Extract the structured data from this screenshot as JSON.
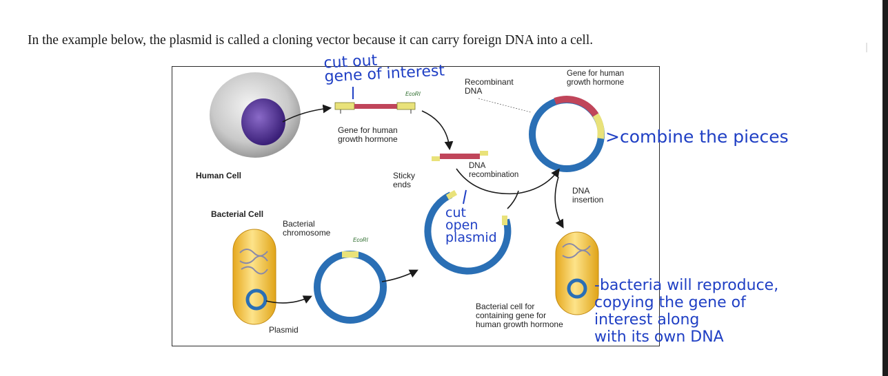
{
  "intro_text": "In the example below, the plasmid is called a cloning vector because it can carry foreign DNA into a cell.",
  "figure": {
    "human_cell_label": "Human Cell",
    "gene_label": "Gene for human\ngrowth hormone",
    "ecori_top": "EcoRI",
    "ecori_bottom": "EcoRI",
    "sticky_ends_label": "Sticky\nends",
    "dna_recombination_label": "DNA\nrecombination",
    "recombinant_dna_label": "Recombinant\nDNA",
    "gene_top_right_label": "Gene for human\ngrowth hormone",
    "dna_insertion_label": "DNA\ninsertion",
    "bacterial_cell_label": "Bacterial Cell",
    "bacterial_chromosome_label": "Bacterial\nchromosome",
    "plasmid_label": "Plasmid",
    "result_label": "Bacterial cell for\ncontaining gene for\nhuman growth hormone"
  },
  "annotations": {
    "cut_out_gene": "cut out\ngene of interest",
    "cut_open_plasmid": "cut\nopen\nplasmid",
    "combine": ">combine the pieces",
    "bacteria_reproduce": "-bacteria will reproduce,\ncopying the gene of\ninterest along\nwith its own DNA"
  },
  "colors": {
    "annotation_ink": "#1f3fc4",
    "plasmid_blue": "#2a6fb5",
    "gene_red": "#c0455a",
    "bacteria_yellow": "#f0c23a",
    "nucleus_purple": "#4b2a8a"
  }
}
